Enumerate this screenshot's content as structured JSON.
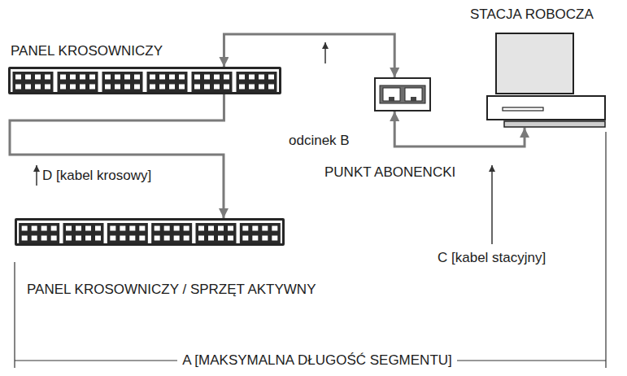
{
  "diagram": {
    "nodes": [
      {
        "text": [
          "PANEL KROSOWNICZY"
        ]
      },
      {
        "text": [
          "PUNKT ABONENCKI"
        ]
      },
      {
        "text": [
          "STACJA ROBOCZA"
        ]
      },
      {
        "text": [
          "PANEL KROSOWNICZY / SPRZĘT AKTYWNY"
        ]
      }
    ],
    "edges": [
      {
        "from": 0,
        "to": 1,
        "arrow": "both"
      },
      {
        "from": 0,
        "to": 3,
        "arrow": "to"
      },
      {
        "from": 1,
        "to": 2,
        "arrow": "both"
      }
    ],
    "labels": [
      "odcinek B",
      "D [kabel krosowy]",
      "C [kabel stacyjny]",
      "A [MAKSYMALNA DŁUGOŚĆ SEGMENTU]"
    ]
  }
}
